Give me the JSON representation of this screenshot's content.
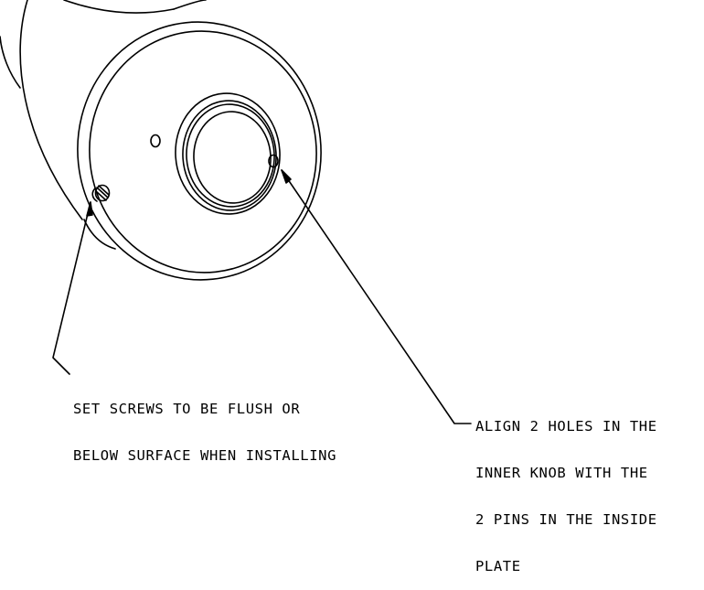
{
  "notes": {
    "set_screws": {
      "lines": [
        "SET SCREWS TO BE FLUSH OR",
        "BELOW SURFACE WHEN INSTALLING"
      ]
    },
    "align_holes": {
      "lines": [
        "ALIGN 2 HOLES IN THE",
        "INNER KNOB WITH THE",
        "2 PINS IN THE INSIDE",
        "PLATE"
      ]
    }
  },
  "colors": {
    "line": "#000000",
    "background": "#ffffff"
  }
}
